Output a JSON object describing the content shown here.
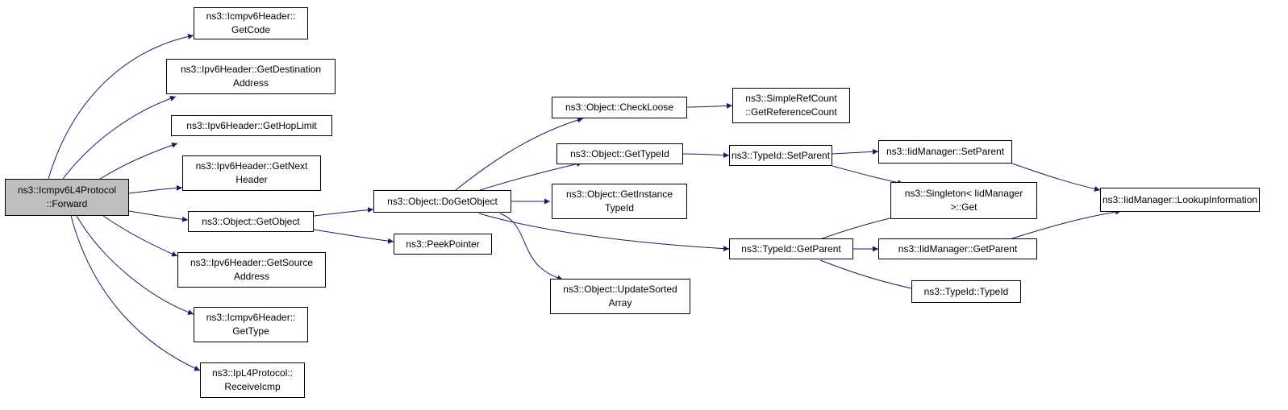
{
  "colors": {
    "edge": "#191970",
    "root_fill": "#bfbfbf",
    "node_fill": "#ffffff",
    "border": "#000000"
  },
  "nodes": {
    "forward": "ns3::Icmpv6L4Protocol\n::Forward",
    "get_code": "ns3::Icmpv6Header::\nGetCode",
    "get_destination": "ns3::Ipv6Header::GetDestination\nAddress",
    "get_hop_limit": "ns3::Ipv6Header::GetHopLimit",
    "get_next_header": "ns3::Ipv6Header::GetNext\nHeader",
    "get_object": "ns3::Object::GetObject",
    "get_source": "ns3::Ipv6Header::GetSource\nAddress",
    "get_type": "ns3::Icmpv6Header::\nGetType",
    "receive_icmp": "ns3::IpL4Protocol::\nReceiveIcmp",
    "do_get_object": "ns3::Object::DoGetObject",
    "peek_pointer": "ns3::PeekPointer",
    "check_loose": "ns3::Object::CheckLoose",
    "get_type_id": "ns3::Object::GetTypeId",
    "get_instance_type_id": "ns3::Object::GetInstance\nTypeId",
    "update_sorted_array": "ns3::Object::UpdateSorted\nArray",
    "get_reference_count": "ns3::SimpleRefCount\n::GetReferenceCount",
    "typeid_set_parent": "ns3::TypeId::SetParent",
    "typeid_get_parent": "ns3::TypeId::GetParent",
    "iidmanager_set_parent": "ns3::IidManager::SetParent",
    "singleton_get": "ns3::Singleton< IidManager\n >::Get",
    "iidmanager_get_parent": "ns3::IidManager::GetParent",
    "typeid_typeid": "ns3::TypeId::TypeId",
    "lookup_information": "ns3::IidManager::LookupInformation"
  }
}
